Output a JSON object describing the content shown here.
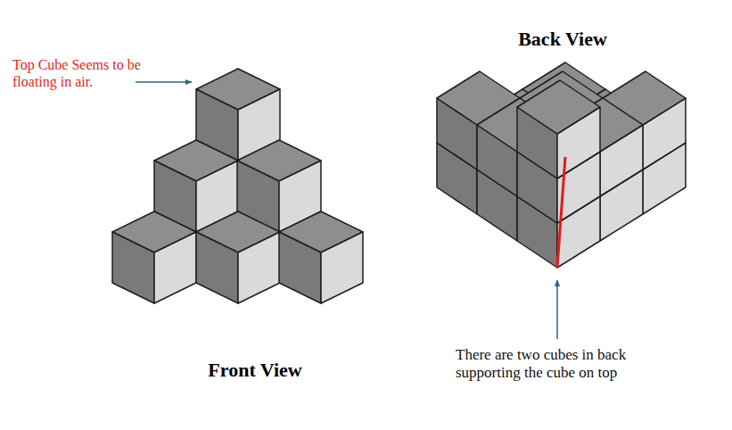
{
  "diagram": {
    "labels": [
      "Top Cube Seems to be floating in air.",
      "Back View",
      "Front View",
      "There are two cubes in back supporting the cube on top"
    ]
  }
}
